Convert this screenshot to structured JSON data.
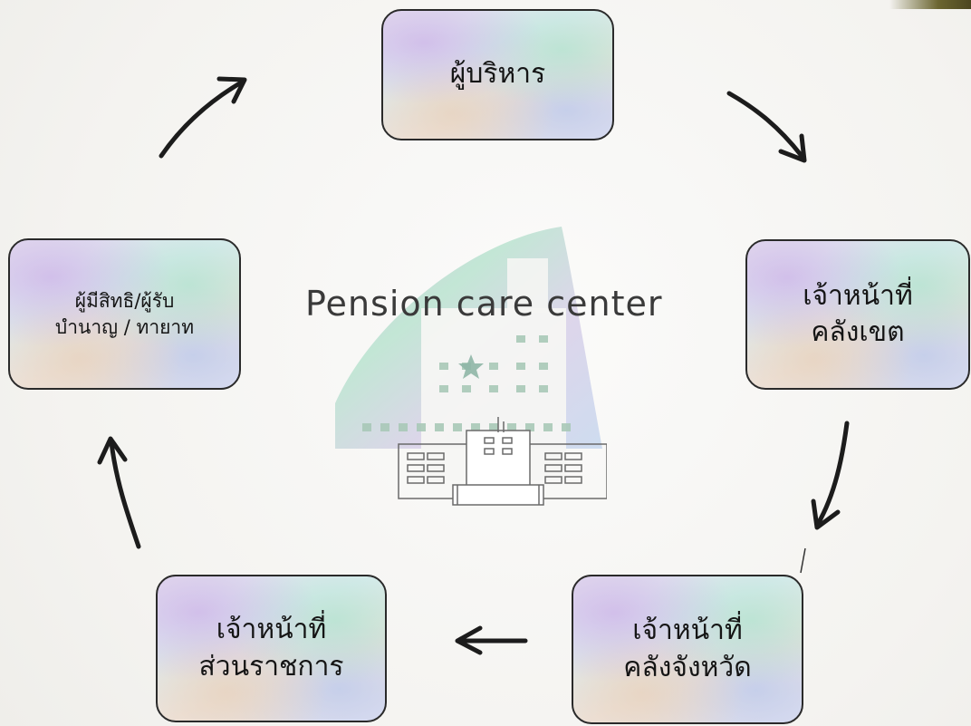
{
  "center": {
    "title": "Pension care center"
  },
  "nodes": {
    "admin": {
      "lines": [
        "ผู้บริหาร"
      ]
    },
    "region": {
      "lines": [
        "เจ้าหน้าที่",
        "คลังเขต"
      ]
    },
    "province": {
      "lines": [
        "เจ้าหน้าที่",
        "คลังจังหวัด"
      ]
    },
    "agency": {
      "lines": [
        "เจ้าหน้าที่",
        "ส่วนราชการ"
      ]
    },
    "pension": {
      "lines": [
        "ผู้มีสิทธิ/ผู้รับ",
        "บำนาญ / ทายาท"
      ]
    }
  },
  "flow": [
    "admin",
    "region",
    "province",
    "agency",
    "pension",
    "admin"
  ],
  "icons": {
    "center_logo": "building-logo-icon",
    "arrow": "arrow-icon"
  }
}
